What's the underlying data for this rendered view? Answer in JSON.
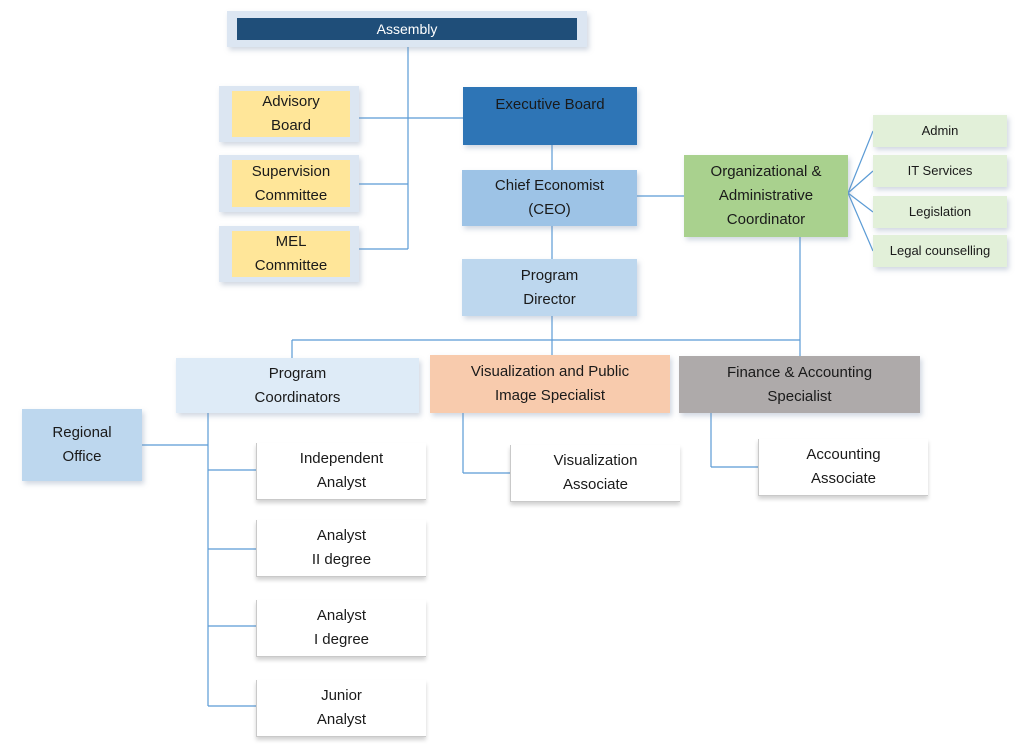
{
  "nodes": {
    "assembly": "Assembly",
    "advisory_board": "Advisory\nBoard",
    "supervision_committee": "Supervision\nCommittee",
    "mel_committee": "MEL\nCommittee",
    "executive_board": "Executive Board",
    "chief_economist": "Chief Economist\n(CEO)",
    "program_director": "Program\nDirector",
    "org_admin_coordinator": "Organizational &\nAdministrative\nCoordinator",
    "admin": "Admin",
    "it_services": "IT Services",
    "legislation": "Legislation",
    "legal_counselling": "Legal counselling",
    "program_coordinators": "Program\nCoordinators",
    "visualization_specialist": "Visualization  and Public\nImage Specialist",
    "finance_specialist": "Finance & Accounting\nSpecialist",
    "regional_office": "Regional\nOffice",
    "independent_analyst": "Independent\nAnalyst",
    "analyst_ii": "Analyst\nII degree",
    "analyst_i": "Analyst\nI degree",
    "junior_analyst": "Junior\nAnalyst",
    "visualization_associate": "Visualization\nAssociate",
    "accounting_associate": "Accounting\nAssociate"
  },
  "colors": {
    "assembly": "#1f4e79",
    "assembly_frame": "#dce6f2",
    "yellow": "#ffe699",
    "yellow_frame": "#dce6f2",
    "executive_board": "#2e75b6",
    "chief_economist": "#9dc3e6",
    "program_director": "#bdd7ee",
    "org_coordinator": "#a9d18e",
    "light_green": "#e2f0d9",
    "program_coordinators": "#deebf7",
    "visualization": "#f8cbad",
    "finance": "#aeaaaa",
    "regional_office": "#bdd7ee",
    "connector": "#5b9bd5"
  }
}
